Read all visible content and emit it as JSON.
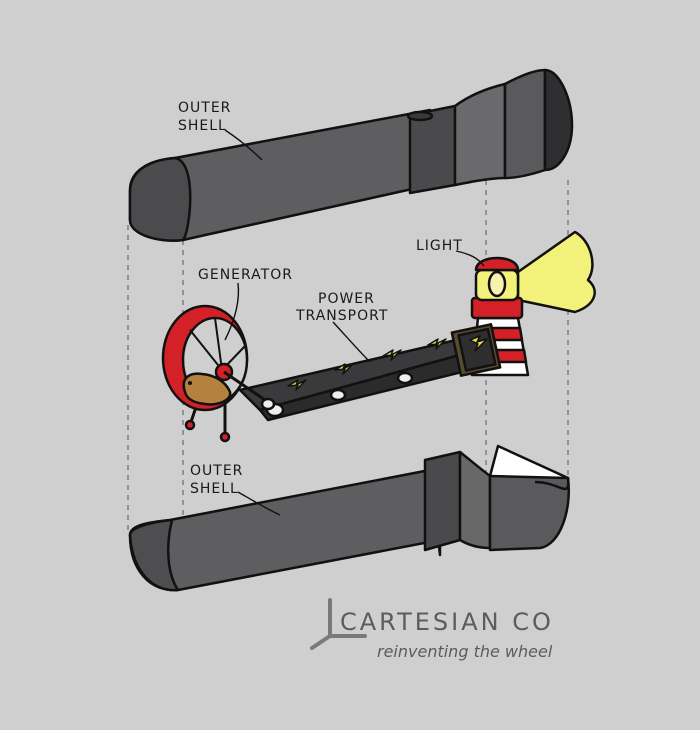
{
  "labels": {
    "outer_shell_top": [
      "OUTER",
      "SHELL"
    ],
    "outer_shell_bottom": [
      "OUTER",
      "SHELL"
    ],
    "generator": "GENERATOR",
    "power_transport": [
      "POWER",
      "TRANSPORT"
    ],
    "light": "LIGHT"
  },
  "brand": {
    "name": "CARTESIAN CO",
    "tagline": "reinventing the wheel"
  },
  "colors": {
    "background": "#cfcfd0",
    "shell": "#5e5e60",
    "shell_dark": "#3e3e40",
    "wheel": "#d42027",
    "hamster": "#b5813e",
    "light_beam": "#f2f27a",
    "spark": "#e6e64a",
    "belt": "#3a3a3c",
    "brand": "#5c5c5c"
  }
}
